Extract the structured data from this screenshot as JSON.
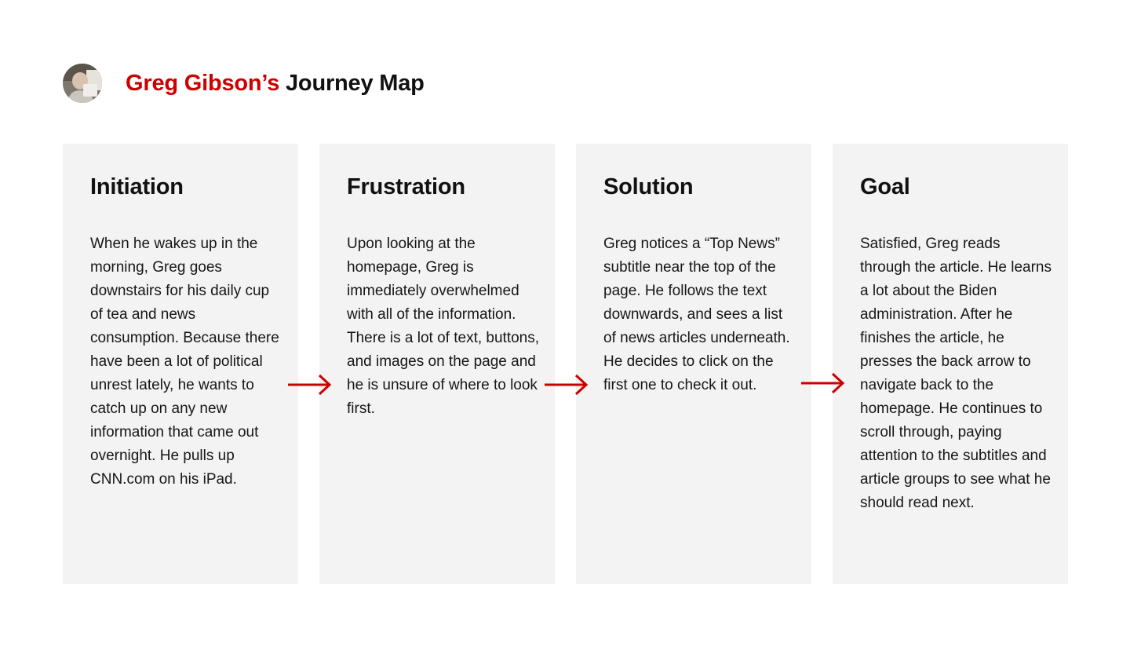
{
  "header": {
    "title_name": "Greg Gibson’s",
    "title_rest": " Journey Map"
  },
  "colors": {
    "accent": "#cc0000",
    "card_bg": "#f3f3f3",
    "text": "#111111"
  },
  "stages": [
    {
      "title": "Initiation",
      "text": "When he wakes up in the morning, Greg goes downstairs for his daily cup of tea and news consumption. Because there have been a lot of political unrest lately, he wants to catch up on any new information that came out overnight. He pulls up CNN.com on his iPad."
    },
    {
      "title": "Frustration",
      "text": "Upon looking at the homepage, Greg is immediately overwhelmed with all of the information. There is a lot of text, buttons, and images on the page and he is unsure of where to look first."
    },
    {
      "title": "Solution",
      "text": "Greg notices a “Top News” subtitle near the top of the page. He follows the text downwards, and sees a list of news articles underneath. He decides to click on the first one to check it out."
    },
    {
      "title": "Goal",
      "text": "Satisfied, Greg reads through the article. He learns a lot about the Biden administration. After he finishes the article, he presses the back arrow to navigate back to the homepage. He continues to scroll through, paying attention to the subtitles and article groups to see what he should read next."
    }
  ]
}
